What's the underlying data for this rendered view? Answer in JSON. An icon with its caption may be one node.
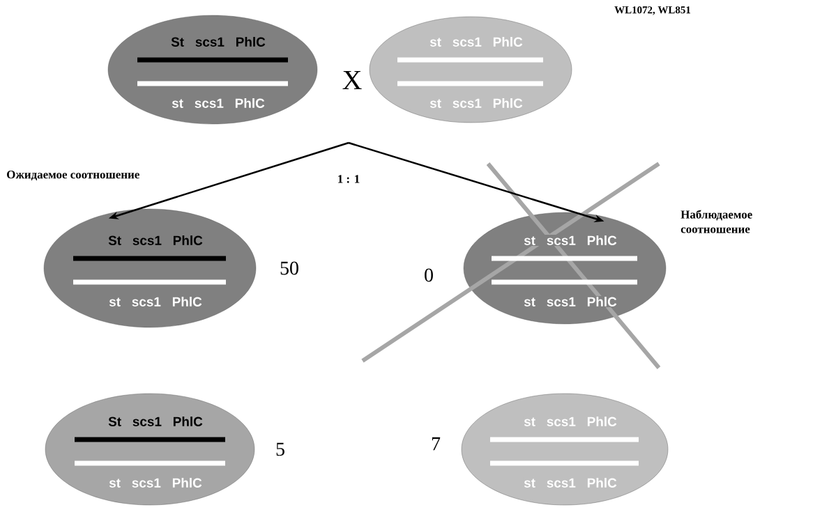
{
  "diagram": {
    "nodes": [
      {
        "text": [
          "St scs1 PhlC",
          "st scs1 PhlC"
        ]
      },
      {
        "text": [
          "st scs1 PhlC",
          "st scs1 PhlC"
        ]
      },
      {
        "text": [
          "St scs1 PhlC",
          "st scs1 PhlC"
        ],
        "beside": [
          "50"
        ]
      },
      {
        "text": [
          "st scs1 PhlC",
          "st scs1 PhlC"
        ],
        "beside": [
          "0"
        ]
      },
      {
        "text": [
          "St scs1 PhlC",
          "st scs1 PhlC"
        ],
        "beside": [
          "5"
        ]
      },
      {
        "text": [
          "st scs1 PhlC",
          "st scs1 PhlC"
        ],
        "beside": [
          "7"
        ]
      }
    ],
    "edges": [
      {
        "from": null,
        "to": 2,
        "arrow": "to"
      },
      {
        "from": null,
        "to": 3,
        "arrow": "to"
      }
    ],
    "labels": [
      "WL1072, WL851",
      "X",
      "Ожидаемое соотношение",
      "1 : 1",
      "Наблюдаемое соотношение"
    ]
  }
}
